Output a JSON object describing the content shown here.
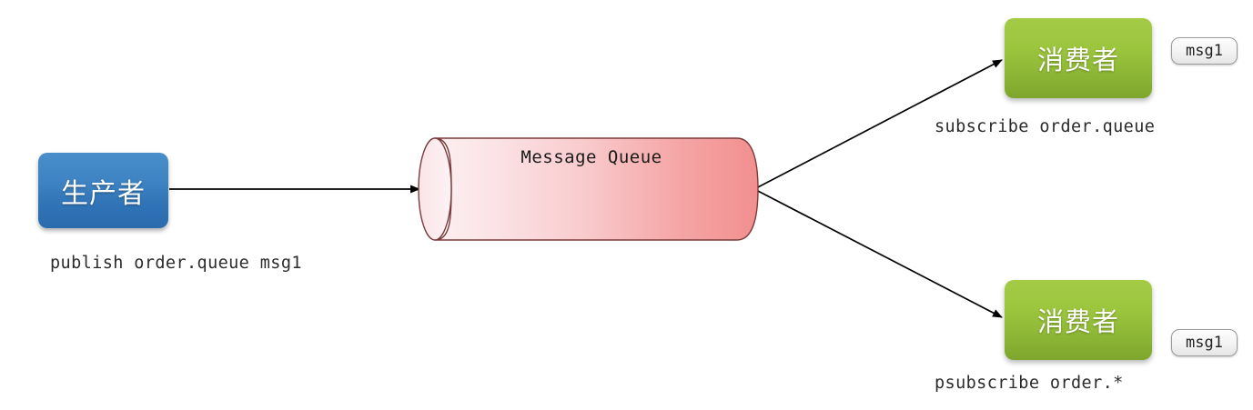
{
  "diagram": {
    "title": "Message Queue publish/subscribe diagram",
    "background": "#ffffff",
    "colors": {
      "producer_fill_top": "#4a8ecb",
      "producer_fill_bottom": "#2a6cae",
      "consumer_fill_top": "#a4cb46",
      "consumer_fill_bottom": "#7ea52c",
      "queue_fill_left": "#fdeef0",
      "queue_fill_right": "#f28f8f",
      "queue_stroke": "#7a3b3b",
      "arrow_stroke": "#000000",
      "badge_border": "#9a9a9a",
      "caption_text": "#2b2b2b"
    }
  },
  "producer": {
    "label": "生产者",
    "caption": "publish order.queue msg1"
  },
  "queue": {
    "label": "Message Queue"
  },
  "consumers": [
    {
      "label": "消费者",
      "caption": "subscribe order.queue",
      "badge": "msg1"
    },
    {
      "label": "消费者",
      "caption": "psubscribe order.*",
      "badge": "msg1"
    }
  ]
}
